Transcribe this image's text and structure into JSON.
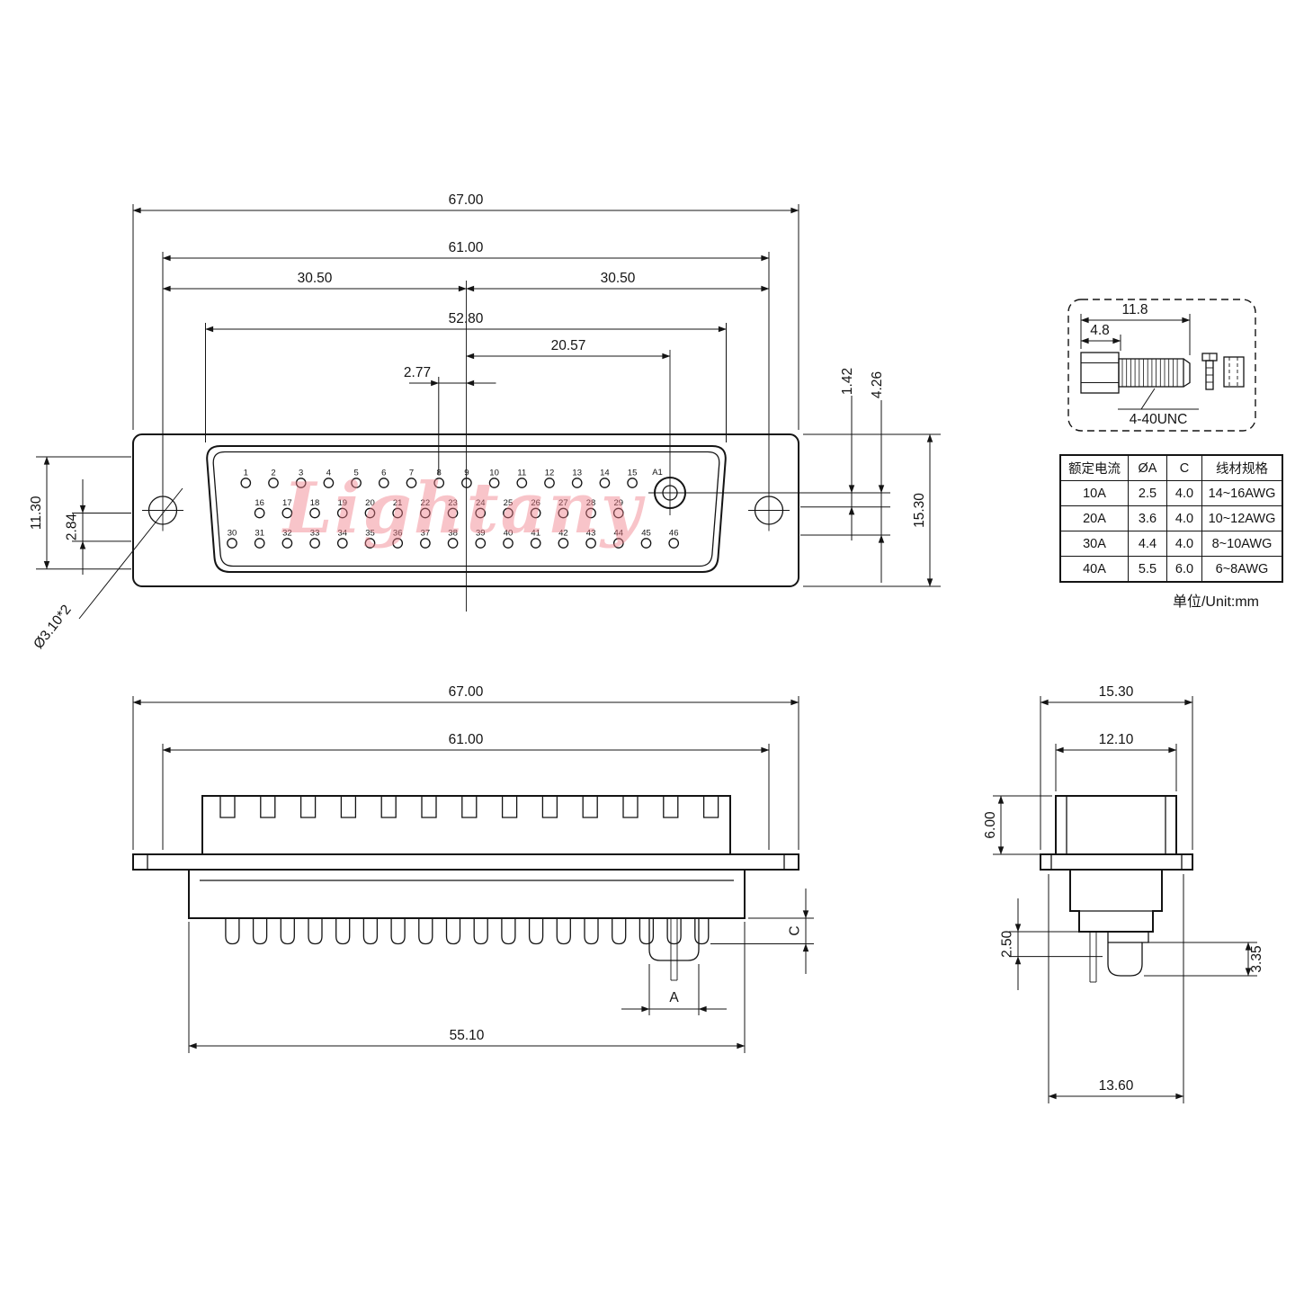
{
  "watermark": "Lightany",
  "unit_label": "单位/Unit:mm",
  "front": {
    "dim_67": "67.00",
    "dim_61": "61.00",
    "dim_305_l": "30.50",
    "dim_305_r": "30.50",
    "dim_528": "52.80",
    "dim_2057": "20.57",
    "dim_277": "2.77",
    "dim_142": "1.42",
    "dim_426": "4.26",
    "dim_1130": "11.30",
    "dim_284": "2.84",
    "dim_1530": "15.30",
    "dim_hole": "Ø3.10*2",
    "pins": {
      "a1": "A1",
      "row1": [
        "1",
        "2",
        "3",
        "4",
        "5",
        "6",
        "7",
        "8",
        "9",
        "10",
        "11",
        "12",
        "13",
        "14",
        "15"
      ],
      "row2": [
        "16",
        "17",
        "18",
        "19",
        "20",
        "21",
        "22",
        "23",
        "24",
        "25",
        "26",
        "27",
        "28",
        "29"
      ],
      "row3": [
        "30",
        "31",
        "32",
        "33",
        "34",
        "35",
        "36",
        "37",
        "38",
        "39",
        "40",
        "41",
        "42",
        "43",
        "44",
        "45",
        "46"
      ]
    }
  },
  "screw": {
    "dim_118": "11.8",
    "dim_48": "4.8",
    "thread": "4-40UNC"
  },
  "table": {
    "headers": [
      "额定电流",
      "ØA",
      "C",
      "线材规格"
    ],
    "rows": [
      [
        "10A",
        "2.5",
        "4.0",
        "14~16AWG"
      ],
      [
        "20A",
        "3.6",
        "4.0",
        "10~12AWG"
      ],
      [
        "30A",
        "4.4",
        "4.0",
        "8~10AWG"
      ],
      [
        "40A",
        "5.5",
        "6.0",
        "6~8AWG"
      ]
    ]
  },
  "side": {
    "dim_67": "67.00",
    "dim_61": "61.00",
    "dim_5510": "55.10",
    "dim_a": "A",
    "dim_c": "C"
  },
  "profile": {
    "dim_1530": "15.30",
    "dim_1210": "12.10",
    "dim_600": "6.00",
    "dim_250": "2.50",
    "dim_335": "3.35",
    "dim_1360": "13.60"
  }
}
